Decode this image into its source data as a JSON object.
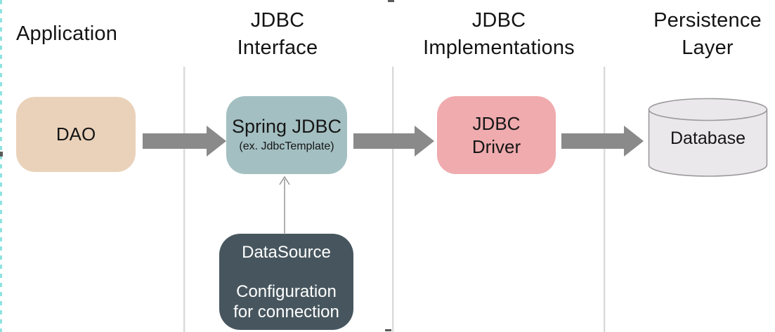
{
  "diagram": {
    "columns": [
      {
        "id": "application",
        "header": "Application"
      },
      {
        "id": "jdbc-interface",
        "header": "JDBC\nInterface"
      },
      {
        "id": "jdbc-implementations",
        "header": "JDBC\nImplementations"
      },
      {
        "id": "persistence-layer",
        "header": "Persistence\nLayer"
      }
    ],
    "nodes": {
      "dao": {
        "label": "DAO",
        "fill": "#ead2ba"
      },
      "spring_jdbc": {
        "label": "Spring JDBC",
        "sublabel": "(ex. JdbcTemplate)",
        "fill": "#a3bfc1"
      },
      "jdbc_driver": {
        "label": "JDBC\nDriver",
        "fill": "#efabae"
      },
      "database": {
        "label": "Database",
        "fill": "#eae8ea",
        "stroke": "#9c9a9c"
      },
      "datasource": {
        "label": "DataSource",
        "sublabel": "Configuration\nfor connection",
        "fill": "#47565e",
        "text_color": "#ffffff"
      }
    },
    "flows": [
      {
        "from": "dao",
        "to": "spring_jdbc"
      },
      {
        "from": "spring_jdbc",
        "to": "jdbc_driver"
      },
      {
        "from": "jdbc_driver",
        "to": "database"
      },
      {
        "from": "datasource",
        "to": "spring_jdbc",
        "style": "thin-up"
      }
    ],
    "colors": {
      "arrow": "#8a8a8a",
      "divider": "#d9d9d9",
      "header_text": "#141414",
      "selection_edge": "#7adedd"
    }
  }
}
